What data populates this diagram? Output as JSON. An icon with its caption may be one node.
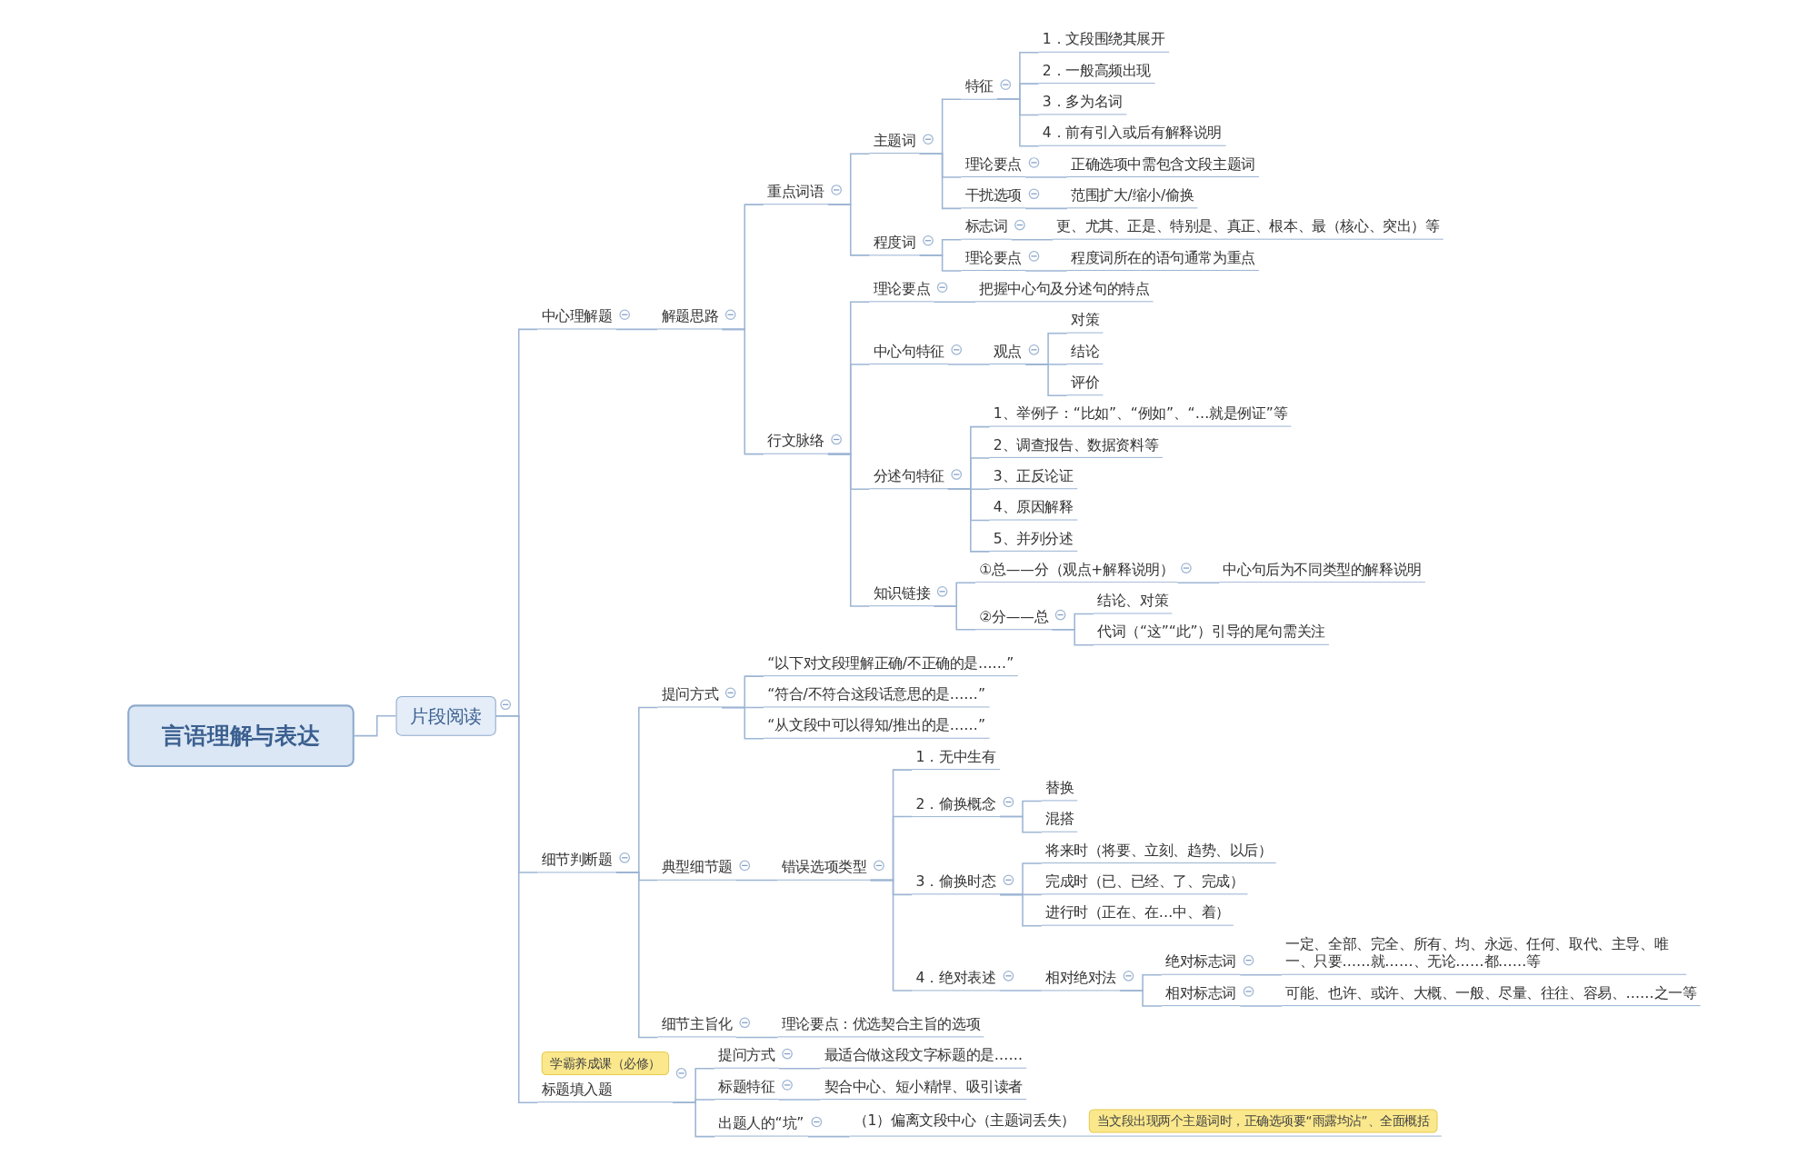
{
  "diagram": {
    "nodes": [
      {
        "text": [
          "言语理解与表达"
        ]
      },
      {
        "text": [
          "片段阅读"
        ]
      },
      {
        "text": [
          "中心理解题"
        ]
      },
      {
        "text": [
          "解题思路"
        ]
      },
      {
        "text": [
          "重点词语"
        ]
      },
      {
        "text": [
          "主题词"
        ]
      },
      {
        "text": [
          "特征"
        ]
      },
      {
        "text": [
          "1．文段围绕其展开"
        ]
      },
      {
        "text": [
          "2．一般高频出现"
        ]
      },
      {
        "text": [
          "3．多为名词"
        ]
      },
      {
        "text": [
          "4．前有引入或后有解释说明"
        ]
      },
      {
        "text": [
          "理论要点"
        ]
      },
      {
        "text": [
          "正确选项中需包含文段主题词"
        ]
      },
      {
        "text": [
          "干扰选项"
        ]
      },
      {
        "text": [
          "范围扩大/缩小/偷换"
        ]
      },
      {
        "text": [
          "程度词"
        ]
      },
      {
        "text": [
          "标志词"
        ]
      },
      {
        "text": [
          "更、尤其、正是、特别是、真正、根本、最（核心、突出）等"
        ]
      },
      {
        "text": [
          "理论要点"
        ]
      },
      {
        "text": [
          "程度词所在的语句通常为重点"
        ]
      },
      {
        "text": [
          "行文脉络"
        ]
      },
      {
        "text": [
          "理论要点"
        ]
      },
      {
        "text": [
          "把握中心句及分述句的特点"
        ]
      },
      {
        "text": [
          "中心句特征"
        ]
      },
      {
        "text": [
          "观点"
        ]
      },
      {
        "text": [
          "对策"
        ]
      },
      {
        "text": [
          "结论"
        ]
      },
      {
        "text": [
          "评价"
        ]
      },
      {
        "text": [
          "分述句特征"
        ]
      },
      {
        "text": [
          "1、举例子：“比如”、“例如”、“…就是例证”等"
        ]
      },
      {
        "text": [
          "2、调查报告、数据资料等"
        ]
      },
      {
        "text": [
          "3、正反论证"
        ]
      },
      {
        "text": [
          "4、原因解释"
        ]
      },
      {
        "text": [
          "5、并列分述"
        ]
      },
      {
        "text": [
          "知识链接"
        ]
      },
      {
        "text": [
          "①总——分（观点+解释说明）"
        ]
      },
      {
        "text": [
          "中心句后为不同类型的解释说明"
        ]
      },
      {
        "text": [
          "②分——总"
        ]
      },
      {
        "text": [
          "结论、对策"
        ]
      },
      {
        "text": [
          "代词（“这”“此”）引导的尾句需关注"
        ]
      },
      {
        "text": [
          "细节判断题"
        ]
      },
      {
        "text": [
          "提问方式"
        ]
      },
      {
        "text": [
          "“以下对文段理解正确/不正确的是……”"
        ]
      },
      {
        "text": [
          "“符合/不符合这段话意思的是……”"
        ]
      },
      {
        "text": [
          "“从文段中可以得知/推出的是……”"
        ]
      },
      {
        "text": [
          "典型细节题"
        ]
      },
      {
        "text": [
          "错误选项类型"
        ]
      },
      {
        "text": [
          "1．无中生有"
        ]
      },
      {
        "text": [
          "2．偷换概念"
        ]
      },
      {
        "text": [
          "替换"
        ]
      },
      {
        "text": [
          "混搭"
        ]
      },
      {
        "text": [
          "3．偷换时态"
        ]
      },
      {
        "text": [
          "将来时（将要、立刻、趋势、以后）"
        ]
      },
      {
        "text": [
          "完成时（已、已经、了、完成）"
        ]
      },
      {
        "text": [
          "进行时（正在、在…中、着）"
        ]
      },
      {
        "text": [
          "4．绝对表述"
        ]
      },
      {
        "text": [
          "相对绝对法"
        ]
      },
      {
        "text": [
          "绝对标志词"
        ]
      },
      {
        "text": [
          "一定、全部、完全、所有、均、永远、任何、取代、主导、唯一、只要……就……、无论……都……等"
        ]
      },
      {
        "text": [
          "相对标志词"
        ]
      },
      {
        "text": [
          "可能、也许、或许、大概、一般、尽量、往往、容易、……之一等"
        ]
      },
      {
        "text": [
          "细节主旨化"
        ]
      },
      {
        "text": [
          "理论要点：优选契合主旨的选项"
        ]
      },
      {
        "text": [
          "学霸养成课（必修）",
          "标题填入题"
        ]
      },
      {
        "text": [
          "提问方式"
        ]
      },
      {
        "text": [
          "最适合做这段文字标题的是……"
        ]
      },
      {
        "text": [
          "标题特征"
        ]
      },
      {
        "text": [
          "契合中心、短小精悍、吸引读者"
        ]
      },
      {
        "text": [
          "出题人的“坑”"
        ]
      },
      {
        "text": [
          "（1）偏离文段中心（主题词丢失）",
          "当文段出现两个主题词时，正确选项要“雨露均沾”、全面概括"
        ]
      }
    ],
    "edges": [
      {
        "from": 0,
        "to": 1,
        "arrow": "none"
      },
      {
        "from": 1,
        "to": 2,
        "arrow": "none"
      },
      {
        "from": 2,
        "to": 3,
        "arrow": "none"
      },
      {
        "from": 3,
        "to": 4,
        "arrow": "none"
      },
      {
        "from": 4,
        "to": 5,
        "arrow": "none"
      },
      {
        "from": 5,
        "to": 6,
        "arrow": "none"
      },
      {
        "from": 6,
        "to": 7,
        "arrow": "none"
      },
      {
        "from": 6,
        "to": 8,
        "arrow": "none"
      },
      {
        "from": 6,
        "to": 9,
        "arrow": "none"
      },
      {
        "from": 6,
        "to": 10,
        "arrow": "none"
      },
      {
        "from": 5,
        "to": 11,
        "arrow": "none"
      },
      {
        "from": 11,
        "to": 12,
        "arrow": "none"
      },
      {
        "from": 5,
        "to": 13,
        "arrow": "none"
      },
      {
        "from": 13,
        "to": 14,
        "arrow": "none"
      },
      {
        "from": 4,
        "to": 15,
        "arrow": "none"
      },
      {
        "from": 15,
        "to": 16,
        "arrow": "none"
      },
      {
        "from": 16,
        "to": 17,
        "arrow": "none"
      },
      {
        "from": 15,
        "to": 18,
        "arrow": "none"
      },
      {
        "from": 18,
        "to": 19,
        "arrow": "none"
      },
      {
        "from": 3,
        "to": 20,
        "arrow": "none"
      },
      {
        "from": 20,
        "to": 21,
        "arrow": "none"
      },
      {
        "from": 21,
        "to": 22,
        "arrow": "none"
      },
      {
        "from": 20,
        "to": 23,
        "arrow": "none"
      },
      {
        "from": 23,
        "to": 24,
        "arrow": "none"
      },
      {
        "from": 24,
        "to": 25,
        "arrow": "none"
      },
      {
        "from": 24,
        "to": 26,
        "arrow": "none"
      },
      {
        "from": 24,
        "to": 27,
        "arrow": "none"
      },
      {
        "from": 20,
        "to": 28,
        "arrow": "none"
      },
      {
        "from": 28,
        "to": 29,
        "arrow": "none"
      },
      {
        "from": 28,
        "to": 30,
        "arrow": "none"
      },
      {
        "from": 28,
        "to": 31,
        "arrow": "none"
      },
      {
        "from": 28,
        "to": 32,
        "arrow": "none"
      },
      {
        "from": 28,
        "to": 33,
        "arrow": "none"
      },
      {
        "from": 20,
        "to": 34,
        "arrow": "none"
      },
      {
        "from": 34,
        "to": 35,
        "arrow": "none"
      },
      {
        "from": 35,
        "to": 36,
        "arrow": "none"
      },
      {
        "from": 34,
        "to": 37,
        "arrow": "none"
      },
      {
        "from": 37,
        "to": 38,
        "arrow": "none"
      },
      {
        "from": 37,
        "to": 39,
        "arrow": "none"
      },
      {
        "from": 1,
        "to": 40,
        "arrow": "none"
      },
      {
        "from": 40,
        "to": 41,
        "arrow": "none"
      },
      {
        "from": 41,
        "to": 42,
        "arrow": "none"
      },
      {
        "from": 41,
        "to": 43,
        "arrow": "none"
      },
      {
        "from": 41,
        "to": 44,
        "arrow": "none"
      },
      {
        "from": 40,
        "to": 45,
        "arrow": "none"
      },
      {
        "from": 45,
        "to": 46,
        "arrow": "none"
      },
      {
        "from": 46,
        "to": 47,
        "arrow": "none"
      },
      {
        "from": 46,
        "to": 48,
        "arrow": "none"
      },
      {
        "from": 48,
        "to": 49,
        "arrow": "none"
      },
      {
        "from": 48,
        "to": 50,
        "arrow": "none"
      },
      {
        "from": 46,
        "to": 51,
        "arrow": "none"
      },
      {
        "from": 51,
        "to": 52,
        "arrow": "none"
      },
      {
        "from": 51,
        "to": 53,
        "arrow": "none"
      },
      {
        "from": 51,
        "to": 54,
        "arrow": "none"
      },
      {
        "from": 46,
        "to": 55,
        "arrow": "none"
      },
      {
        "from": 55,
        "to": 56,
        "arrow": "none"
      },
      {
        "from": 56,
        "to": 57,
        "arrow": "none"
      },
      {
        "from": 57,
        "to": 58,
        "arrow": "none"
      },
      {
        "from": 56,
        "to": 59,
        "arrow": "none"
      },
      {
        "from": 59,
        "to": 60,
        "arrow": "none"
      },
      {
        "from": 40,
        "to": 61,
        "arrow": "none"
      },
      {
        "from": 61,
        "to": 62,
        "arrow": "none"
      },
      {
        "from": 1,
        "to": 63,
        "arrow": "none"
      },
      {
        "from": 63,
        "to": 64,
        "arrow": "none"
      },
      {
        "from": 64,
        "to": 65,
        "arrow": "none"
      },
      {
        "from": 63,
        "to": 66,
        "arrow": "none"
      },
      {
        "from": 66,
        "to": 67,
        "arrow": "none"
      },
      {
        "from": 63,
        "to": 68,
        "arrow": "none"
      },
      {
        "from": 68,
        "to": 69,
        "arrow": "none"
      }
    ]
  }
}
